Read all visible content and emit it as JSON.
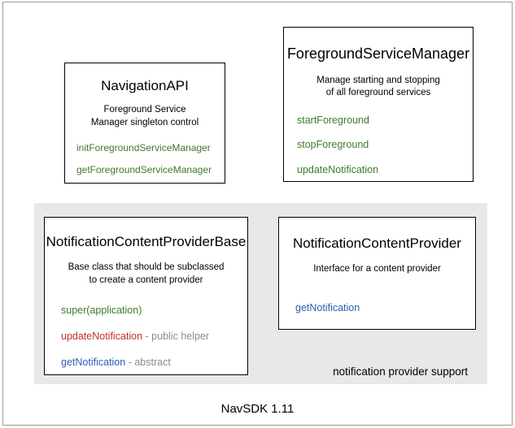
{
  "diagram": {
    "footer_label": "NavSDK 1.11",
    "group": {
      "label": "notification provider support"
    },
    "boxes": [
      {
        "id": "navigation-api",
        "title": "NavigationAPI",
        "description": "Foreground Service\nManager singleton control",
        "members": [
          {
            "name": "initForegroundServiceManager",
            "color": "green",
            "note": ""
          },
          {
            "name": "getForegroundServiceManager",
            "color": "green",
            "note": ""
          }
        ]
      },
      {
        "id": "foreground-service-manager",
        "title": "ForegroundServiceManager",
        "description": "Manage starting and stopping\nof all foreground services",
        "members": [
          {
            "name": "startForeground",
            "color": "green",
            "note": ""
          },
          {
            "name": "stopForeground",
            "color": "green",
            "note": ""
          },
          {
            "name": "updateNotification",
            "color": "green",
            "note": ""
          }
        ]
      },
      {
        "id": "notification-content-provider-base",
        "title": "NotificationContentProviderBase",
        "description": "Base class that should be subclassed\nto create a content provider",
        "members": [
          {
            "name": "super(application)",
            "color": "green",
            "note": ""
          },
          {
            "name": "updateNotification",
            "color": "red",
            "note": " - public helper"
          },
          {
            "name": "getNotification",
            "color": "blue",
            "note": " - abstract"
          }
        ]
      },
      {
        "id": "notification-content-provider",
        "title": "NotificationContentProvider",
        "description": "Interface for a content provider",
        "members": [
          {
            "name": "getNotification",
            "color": "blue",
            "note": ""
          }
        ]
      }
    ],
    "colors": {
      "green": "#3f7a2c",
      "red": "#bf3030",
      "blue": "#2b5fb0",
      "note_gray": "#8c8c8c",
      "panel_gray": "#e8e8e8",
      "border": "#000000"
    }
  }
}
